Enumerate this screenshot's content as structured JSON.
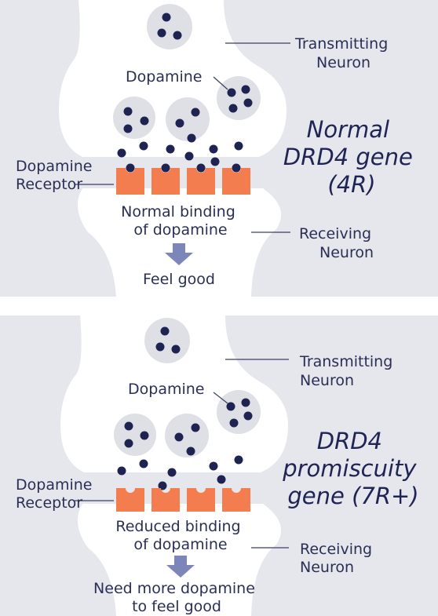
{
  "panels": [
    {
      "transmitting_neuron": [
        "Transmitting",
        "Neuron"
      ],
      "dopamine_label": "Dopamine",
      "receptor_label": [
        "Dopamine",
        "Receptor"
      ],
      "binding_text": [
        "Normal binding",
        "of dopamine"
      ],
      "receiving_neuron": [
        "Receiving",
        "Neuron"
      ],
      "outcome": [
        "Feel good"
      ],
      "title": [
        "Normal",
        "DRD4 gene",
        "(4R)"
      ]
    },
    {
      "transmitting_neuron": [
        "Transmitting",
        "Neuron"
      ],
      "dopamine_label": "Dopamine",
      "receptor_label": [
        "Dopamine",
        "Receptor"
      ],
      "binding_text": [
        "Reduced binding",
        "of dopamine"
      ],
      "receiving_neuron": [
        "Receiving",
        "Neuron"
      ],
      "outcome": [
        "Need more dopamine",
        "to feel good"
      ],
      "title": [
        "DRD4",
        "promiscuity",
        "gene (7R+)"
      ]
    }
  ],
  "colors": {
    "background": "#e6e7ec",
    "neuron": "#ffffff",
    "vesicle": "#dfe0e6",
    "dopamine": "#1f2352",
    "receptor": "#f47d4f",
    "arrow": "#7d86b8",
    "text": "#2a2f55",
    "leader": "#3a3f63"
  }
}
